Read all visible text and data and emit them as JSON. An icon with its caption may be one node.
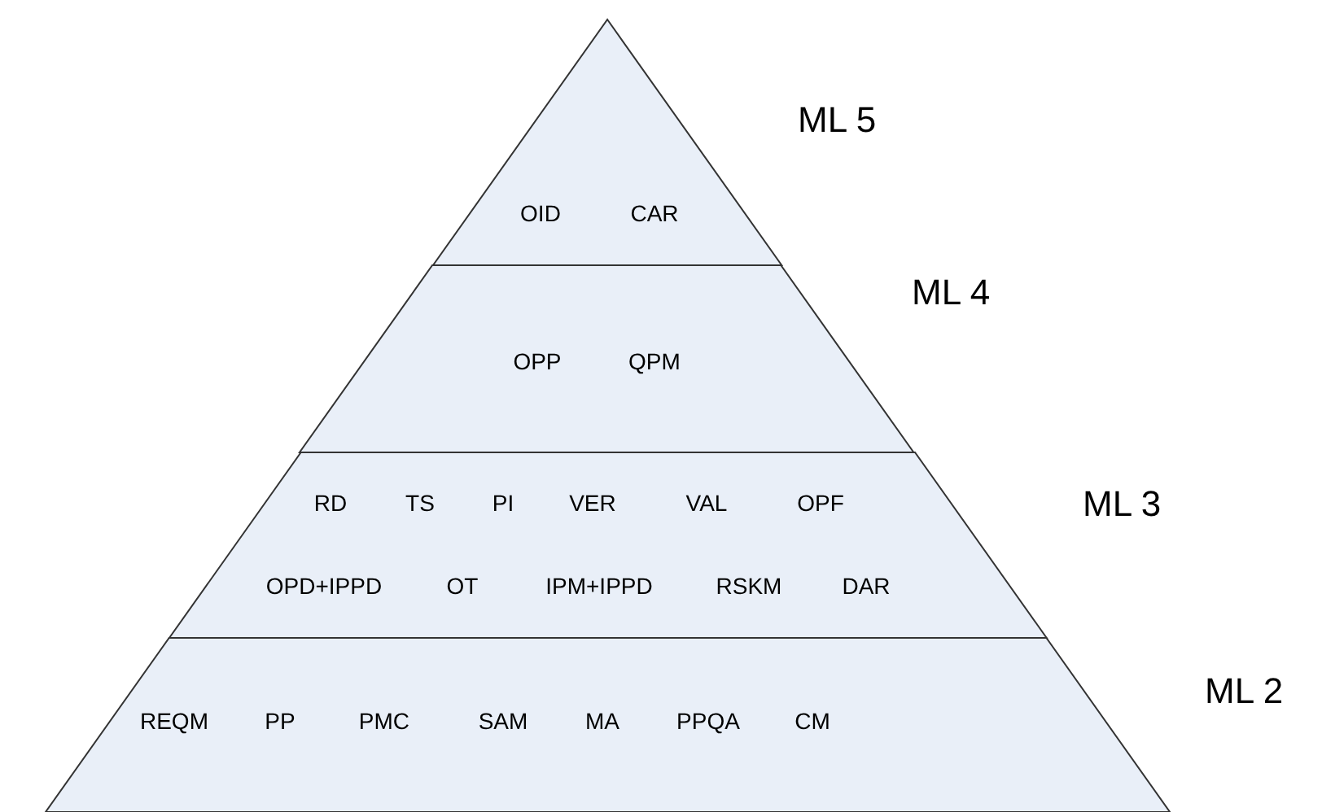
{
  "diagram": {
    "nodes": [
      {
        "text": [
          "OID",
          "CAR"
        ],
        "beside": [
          "ML 5"
        ]
      },
      {
        "text": [
          "OPP",
          "QPM"
        ],
        "beside": [
          "ML 4"
        ]
      },
      {
        "text": [
          "RD",
          "TS",
          "PI",
          "VER",
          "VAL",
          "OPF",
          "OPD+IPPD",
          "OT",
          "IPM+IPPD",
          "RSKM",
          "DAR"
        ],
        "beside": [
          "ML 3"
        ]
      },
      {
        "text": [
          "REQM",
          "PP",
          "PMC",
          "SAM",
          "MA",
          "PPQA",
          "CM"
        ],
        "beside": [
          "ML 2"
        ]
      }
    ]
  }
}
